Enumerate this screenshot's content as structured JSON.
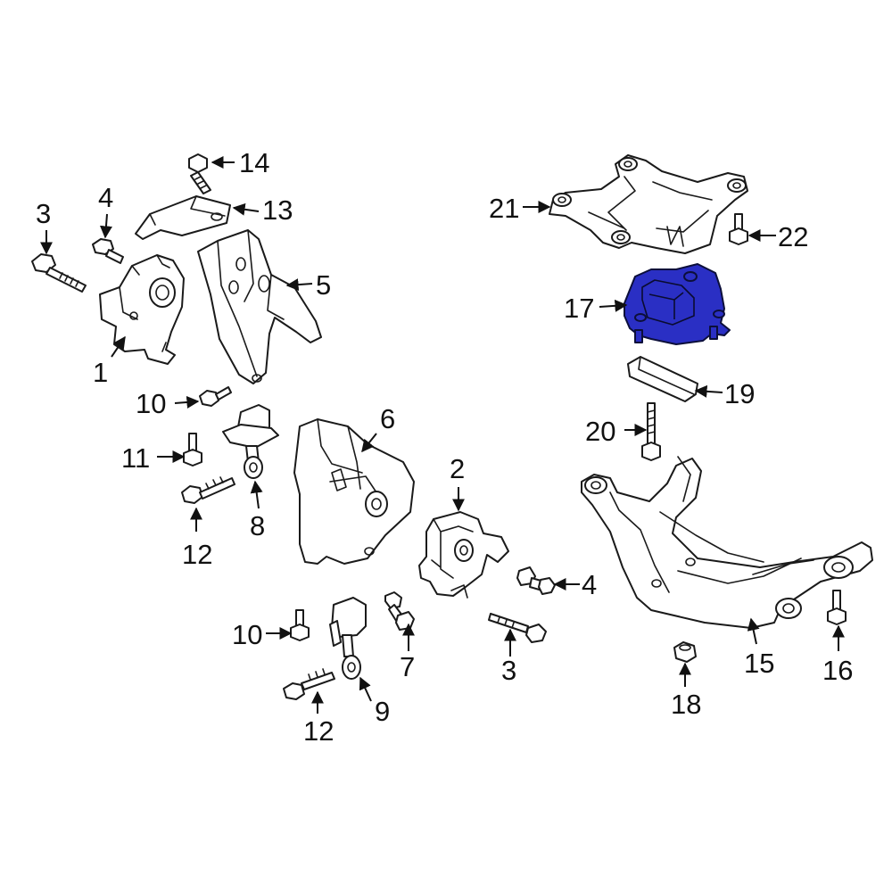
{
  "highlight_color": "#2a2fc4",
  "callouts": {
    "c1": "1",
    "c2": "2",
    "c3a": "3",
    "c3b": "3",
    "c4a": "4",
    "c4b": "4",
    "c5": "5",
    "c6": "6",
    "c7": "7",
    "c8": "8",
    "c9": "9",
    "c10a": "10",
    "c10b": "10",
    "c11": "11",
    "c12a": "12",
    "c12b": "12",
    "c13": "13",
    "c14": "14",
    "c15": "15",
    "c16": "16",
    "c17": "17",
    "c18": "18",
    "c19": "19",
    "c20": "20",
    "c21": "21",
    "c22": "22"
  }
}
